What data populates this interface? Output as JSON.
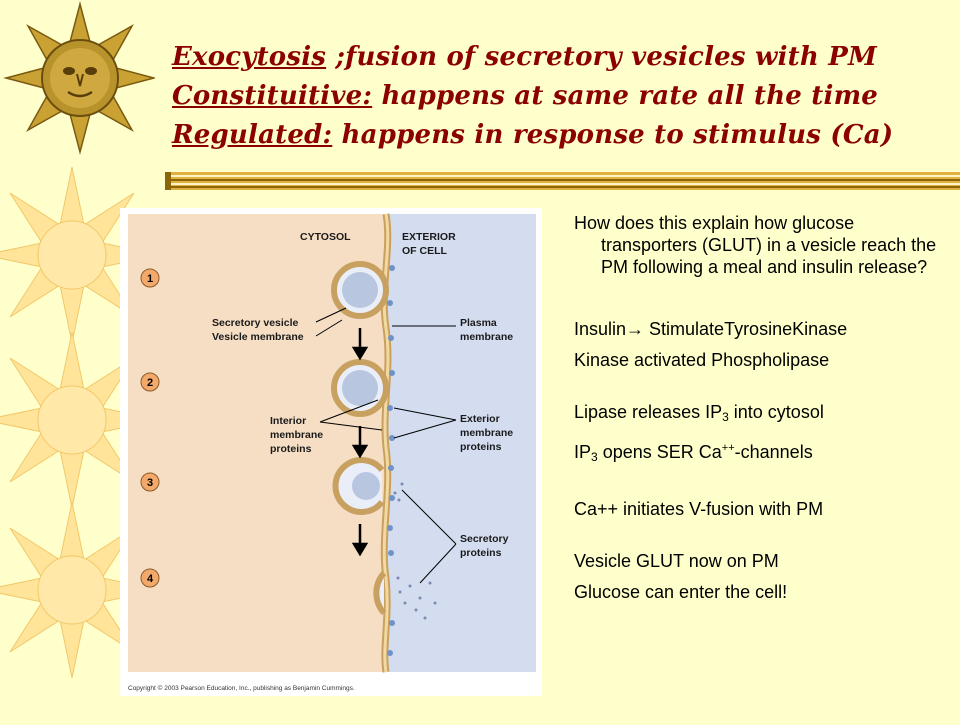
{
  "title": {
    "line1": {
      "term": "Exocytosis",
      "rest": " ;fusion of secretory vesicles with PM"
    },
    "line2": {
      "term": "Constituitive:",
      "rest": " happens at same rate all the time"
    },
    "line3": {
      "term": "Regulated:",
      "rest": " happens in response to stimulus (Ca)"
    }
  },
  "figure": {
    "cytosol": "CYTOSOL",
    "exterior_1": "EXTERIOR",
    "exterior_2": "OF CELL",
    "steps": [
      "1",
      "2",
      "3",
      "4"
    ],
    "secretory_vesicle": "Secretory vesicle",
    "vesicle_membrane": "Vesicle membrane",
    "plasma_membrane_1": "Plasma",
    "plasma_membrane_2": "membrane",
    "interior_1": "Interior",
    "interior_2": "membrane",
    "interior_3": "proteins",
    "exterior_prot_1": "Exterior",
    "exterior_prot_2": "membrane",
    "exterior_prot_3": "proteins",
    "secretory_prot_1": "Secretory",
    "secretory_prot_2": "proteins",
    "copyright": "Copyright © 2003 Pearson Education, Inc., publishing as Benjamin Cummings.",
    "colors": {
      "cytosol": "#F6DEC4",
      "exterior": "#D4DDF0",
      "membrane": "#E8C98A"
    }
  },
  "text": {
    "question": "How does this explain how glucose transporters (GLUT) in a vesicle reach the PM following a meal and insulin release?",
    "insulin": "Insulin",
    "arrow": "→",
    "insulin_rest": " StimulateTyrosineKinase",
    "kinase": "Kinase activated Phospholipase",
    "lipase_pre": "Lipase releases IP",
    "lipase_sub": "3",
    "lipase_post": " into cytosol",
    "ip3_pre": "IP",
    "ip3_sub": "3",
    "ip3_mid": " opens SER Ca",
    "ip3_sup": "++",
    "ip3_post": "-channels",
    "ca": "Ca++ initiates V-fusion with PM",
    "vesicle": "Vesicle GLUT now on PM",
    "glucose": "Glucose can enter the cell!"
  }
}
